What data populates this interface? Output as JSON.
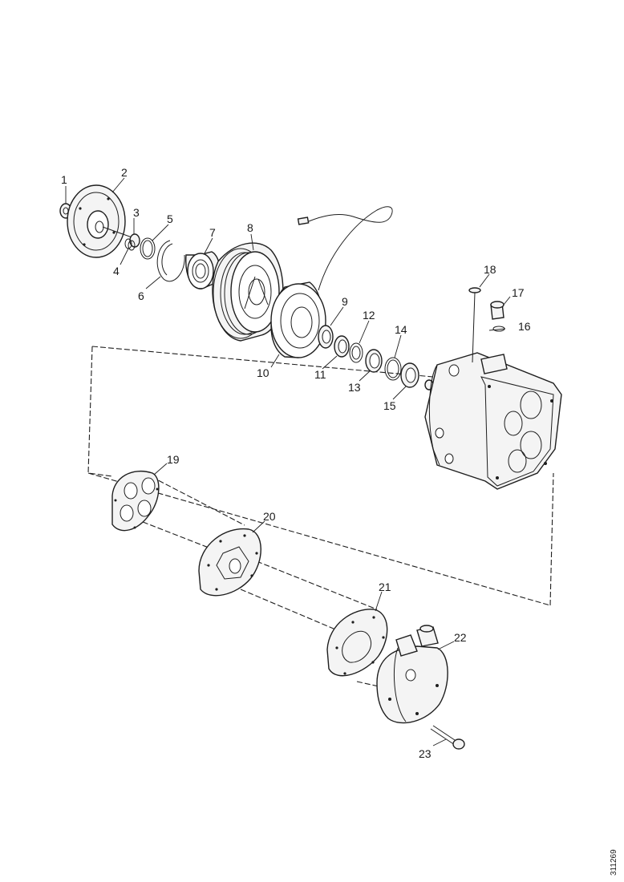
{
  "labels": {
    "l1": "1",
    "l2": "2",
    "l3": "3",
    "l4": "4",
    "l5": "5",
    "l6": "6",
    "l7": "7",
    "l8": "8",
    "l9": "9",
    "l10": "10",
    "l11": "11",
    "l12": "12",
    "l13": "13",
    "l14": "14",
    "l15": "15",
    "l16": "16",
    "l17": "17",
    "l18": "18",
    "l19": "19",
    "l20": "20",
    "l21": "21",
    "l22": "22",
    "l23": "23"
  },
  "reference": "311269"
}
